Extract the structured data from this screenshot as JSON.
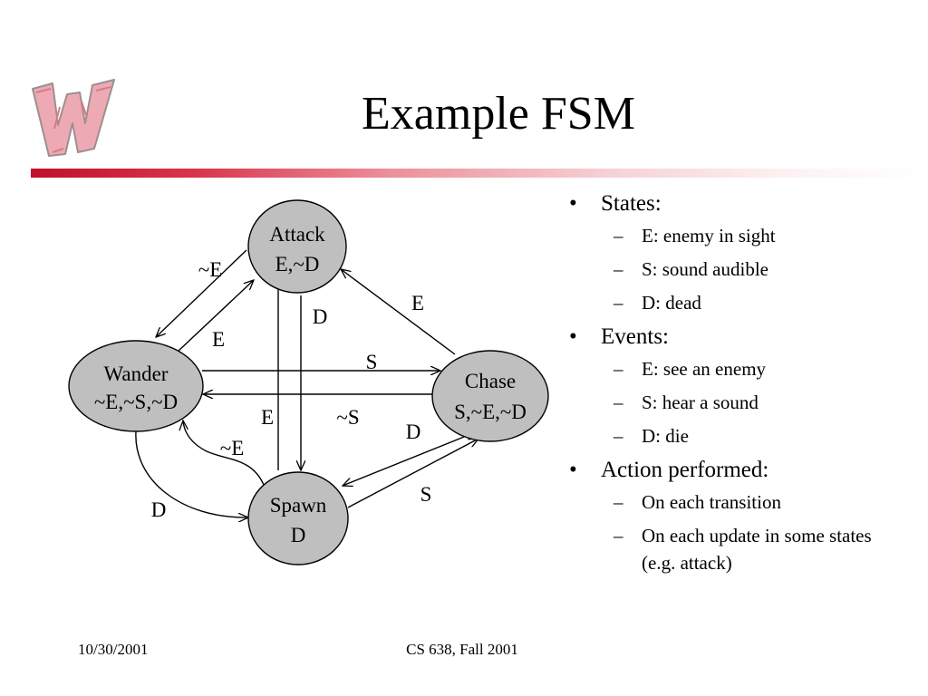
{
  "slide": {
    "title": "Example FSM",
    "logo_icon": "wisconsin-w-logo-icon",
    "accent_color": "#c0102a",
    "footer": {
      "date": "10/30/2001",
      "course": "CS 638, Fall 2001"
    }
  },
  "diagram": {
    "states": {
      "attack": {
        "line1": "Attack",
        "line2": "E,~D"
      },
      "wander": {
        "line1": "Wander",
        "line2": "~E,~S,~D"
      },
      "chase": {
        "line1": "Chase",
        "line2": "S,~E,~D"
      },
      "spawn": {
        "line1": "Spawn",
        "line2": "D"
      }
    },
    "node_fill": "#bfbfbf",
    "transitions": {
      "wander_to_attack": "E",
      "attack_to_wander": "~E",
      "attack_to_spawn": "D",
      "spawn_to_attack": "E",
      "chase_to_attack": "E",
      "wander_to_chase": "S",
      "chase_to_wander": "~S",
      "chase_to_spawn": "D",
      "spawn_to_chase": "S",
      "spawn_to_wander": "~E",
      "wander_to_spawn": "D"
    }
  },
  "bullets": [
    {
      "marker": "•",
      "text": "States:",
      "sub": [
        {
          "marker": "–",
          "text": "E: enemy in sight"
        },
        {
          "marker": "–",
          "text": "S: sound audible"
        },
        {
          "marker": "–",
          "text": "D: dead"
        }
      ]
    },
    {
      "marker": "•",
      "text": "Events:",
      "sub": [
        {
          "marker": "–",
          "text": "E: see an enemy"
        },
        {
          "marker": "–",
          "text": "S: hear a sound"
        },
        {
          "marker": "–",
          "text": "D: die"
        }
      ]
    },
    {
      "marker": "•",
      "text": "Action performed:",
      "sub": [
        {
          "marker": "–",
          "text": "On each transition"
        },
        {
          "marker": "–",
          "text": "On each update in some states (e.g. attack)"
        }
      ]
    }
  ]
}
